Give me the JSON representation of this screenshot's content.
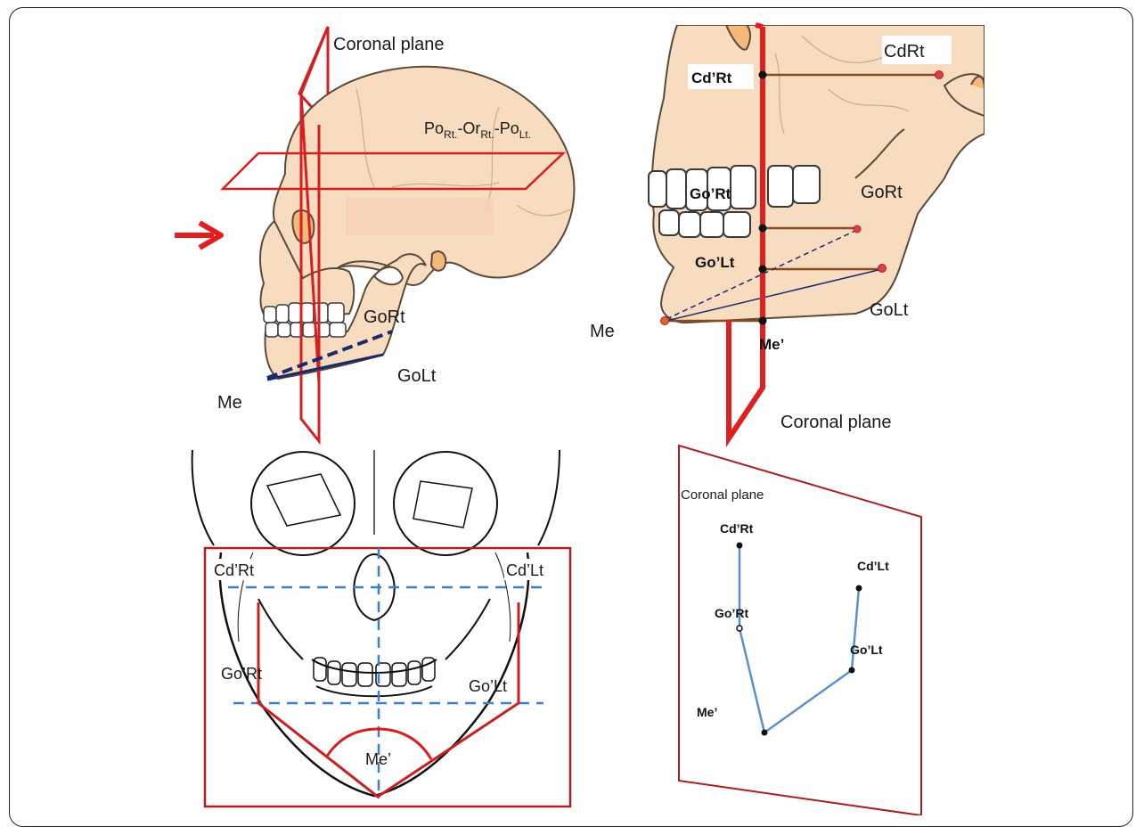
{
  "panel_top_left": {
    "coronal_plane": "Coronal plane",
    "horizontal_plane": {
      "po_rt": "Po",
      "po_rt_sub": "Rt.",
      "dash1": "-Or",
      "or_sub": "Rt.",
      "dash2": "-Po",
      "po_lt_sub": "Lt."
    },
    "gort": "GoRt",
    "golt": "GoLt",
    "me": "Me"
  },
  "panel_top_right": {
    "cdrt": "CdRt",
    "cd_prime_rt": "Cd’Rt",
    "go_prime_rt": "Go’Rt",
    "go_prime_lt": "Go’Lt",
    "gort": "GoRt",
    "golt": "GoLt",
    "me": "Me",
    "me_prime": "Me’",
    "coronal_plane": "Coronal plane"
  },
  "panel_bottom_left": {
    "cd_prime_rt": "Cd’Rt",
    "cd_prime_lt": "Cd’Lt",
    "go_prime_rt": "Go’Rt",
    "go_prime_lt": "Go’Lt",
    "me_prime": "Me’"
  },
  "panel_bottom_right": {
    "coronal_plane": "Coronal plane",
    "cd_prime_rt": "Cd’Rt",
    "cd_prime_lt": "Cd’Lt",
    "go_prime_rt": "Go’Rt",
    "go_prime_lt": "Go’Lt",
    "me_prime": "Me’"
  },
  "colors": {
    "plane_red": "#d42020",
    "skin": "#f8dcc0",
    "bone_outline": "#5a4a3a",
    "navy_line": "#1a2a6a",
    "dashed_blue": "#3f7fc8",
    "brown_line": "#8a4a20",
    "steel_blue": "#5b8fd0",
    "dark_red": "#a82020"
  }
}
